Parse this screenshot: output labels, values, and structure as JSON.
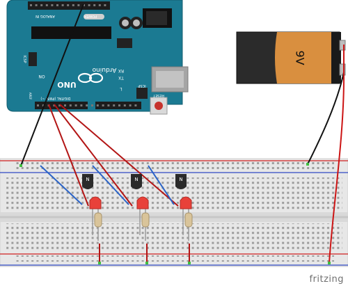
{
  "arduino": {
    "brand": "Arduino",
    "model": "UNO",
    "digital_header_label": "DIGITAL (PWM ~)",
    "analog_header_label": "ANALOG IN",
    "power_header_label": "POWER",
    "icsp_label": "ICSP",
    "icsp2_label": "ICSP",
    "reset_label": "RESET",
    "aref_label": "AREF",
    "tx_label": "TX",
    "rx_label": "RX",
    "led_label": "L",
    "on_label": "ON"
  },
  "battery": {
    "label": "9V"
  },
  "components": {
    "transistor_label": "N",
    "led_color": "#e8413a",
    "transistor_count": 3,
    "led_count": 3
  },
  "colors": {
    "arduino_board": "#1b7a92",
    "wire_red": "#b31515",
    "wire_black": "#111111",
    "wire_blue": "#2a63c7",
    "rail_red": "#d02020",
    "rail_blue": "#2f48c4",
    "battery_body": "#2b2b2b",
    "battery_label": "#d98f3f"
  },
  "watermark": "fritzing"
}
